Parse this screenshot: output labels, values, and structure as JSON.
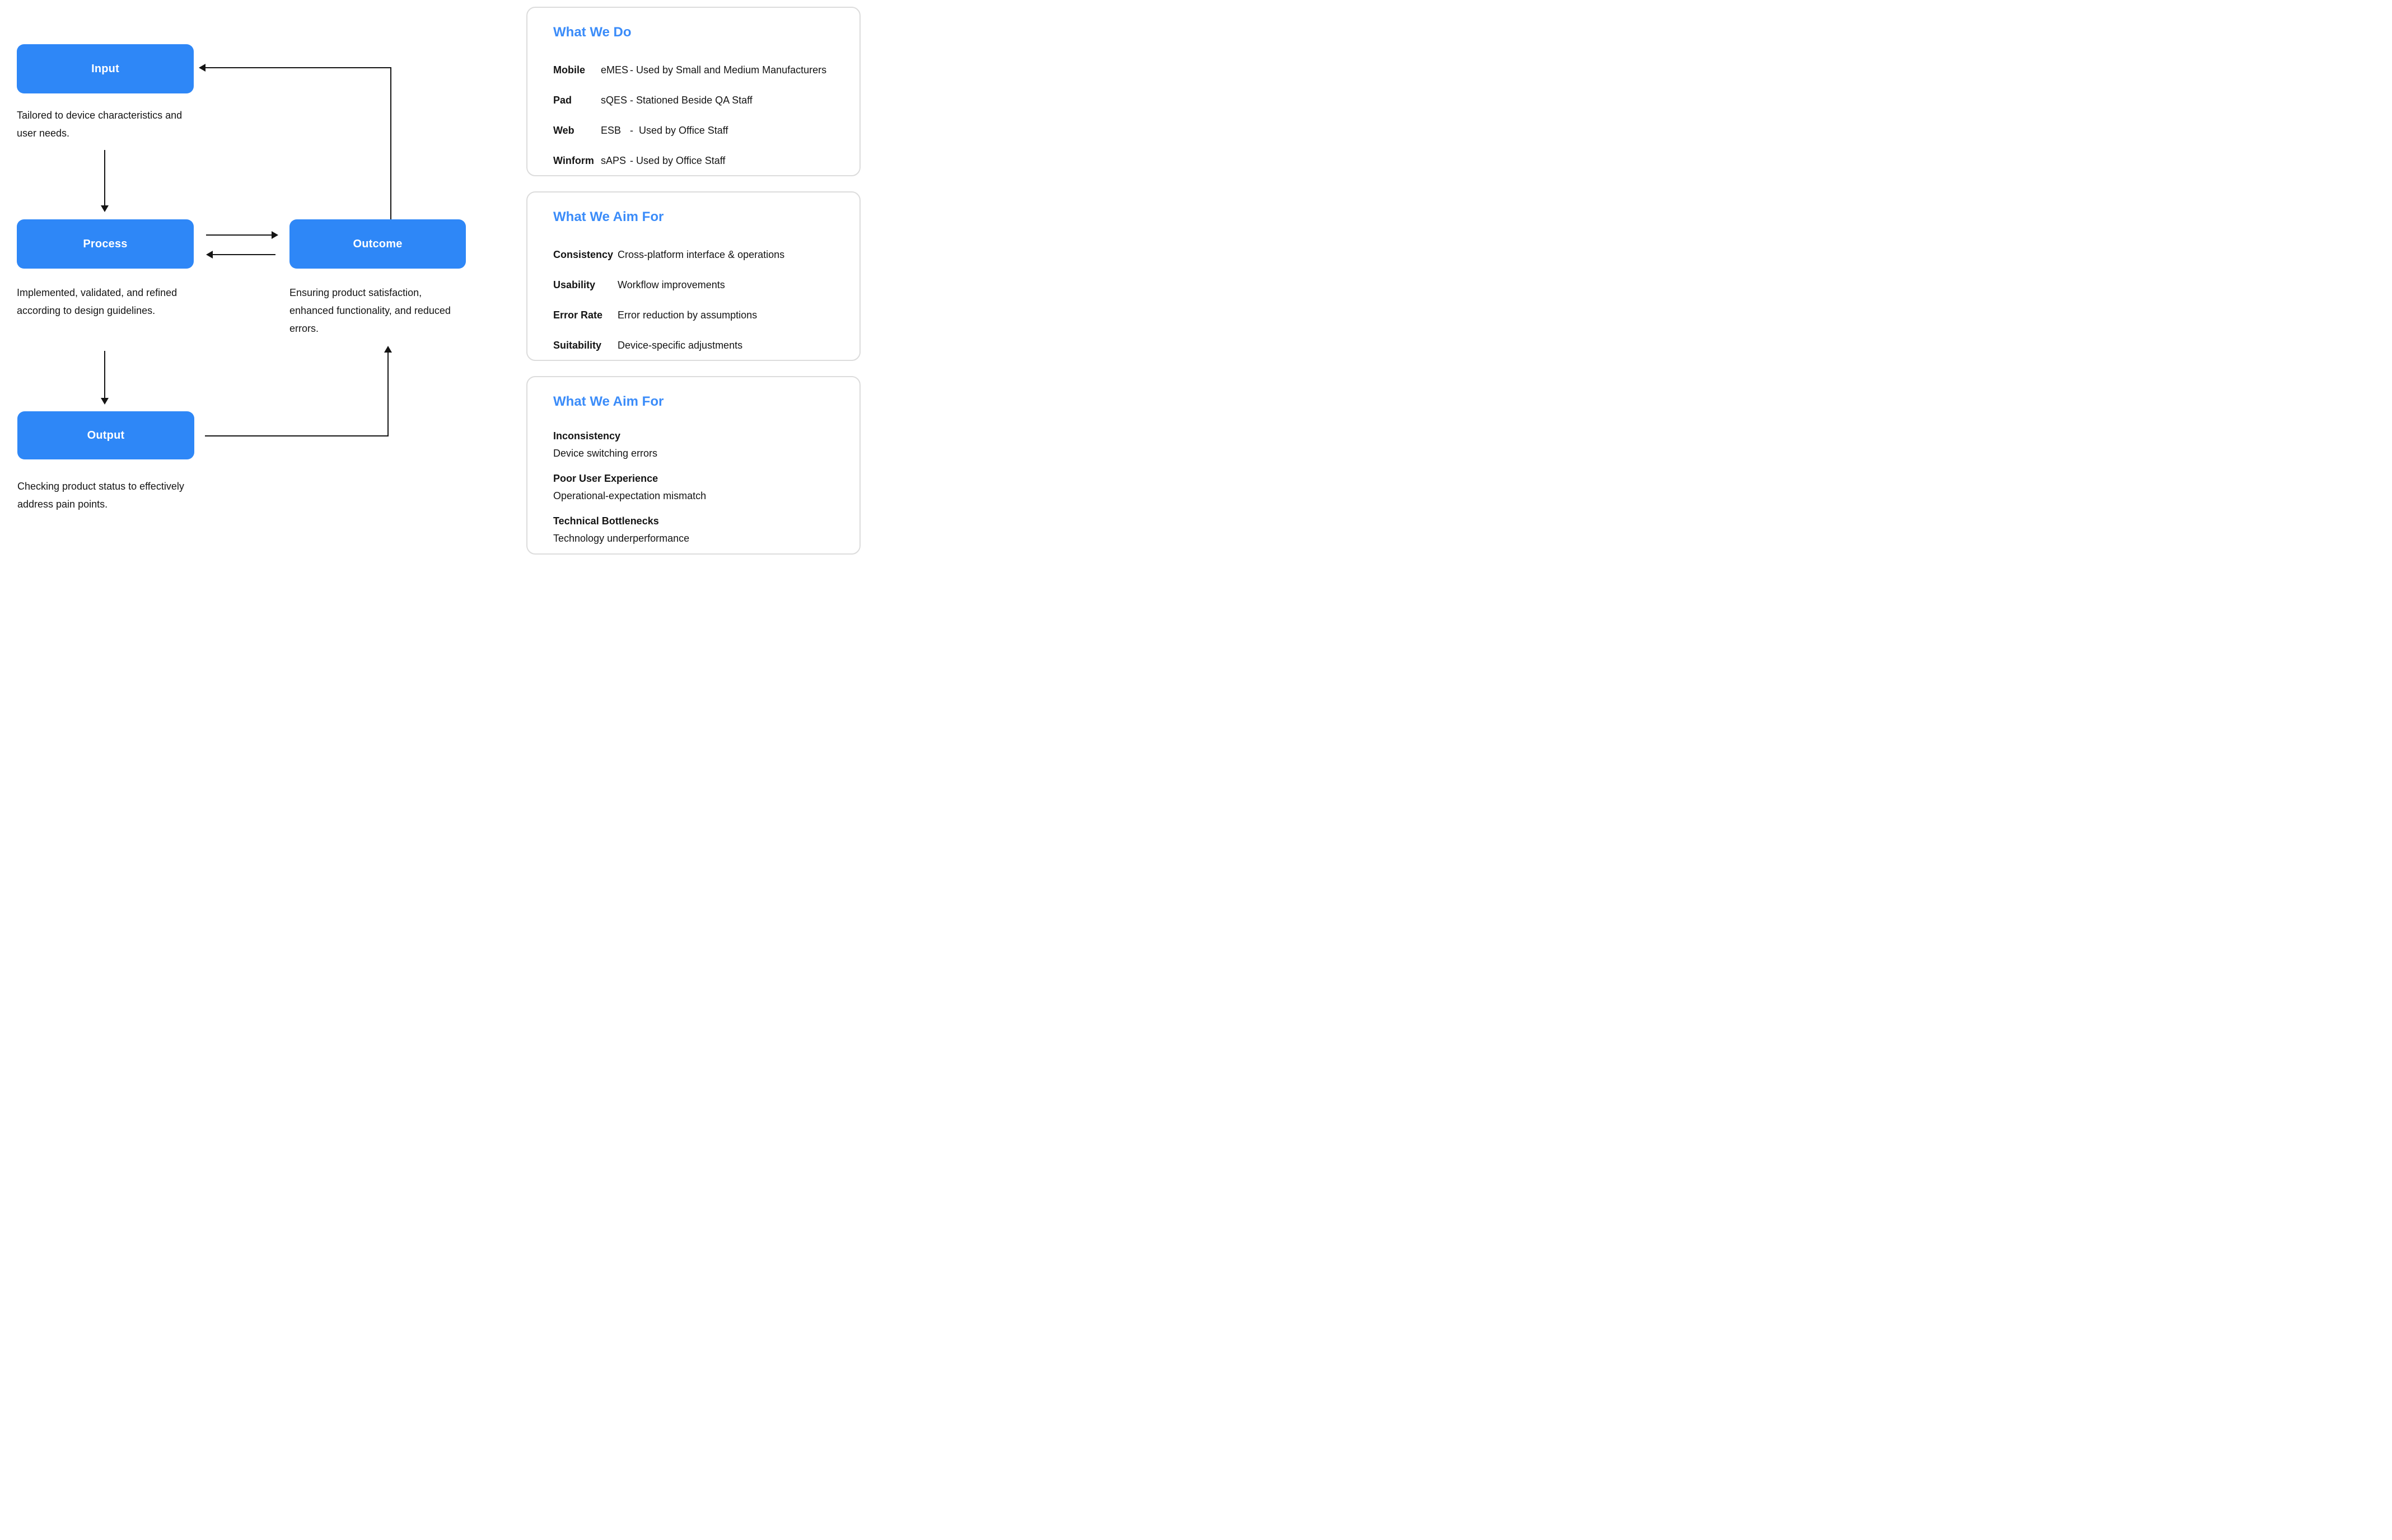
{
  "colors": {
    "node_fill": "#2E87F7",
    "node_text": "#ffffff",
    "card_title": "#3B8CF9",
    "card_border": "#DCDCDC",
    "connector": "#141414",
    "body_text": "#141414",
    "page_bg": "#ffffff"
  },
  "flow": {
    "nodes": [
      {
        "label": "Input",
        "caption_lines": [
          "Tailored to device characteristics and",
          "user needs."
        ]
      },
      {
        "label": "Process",
        "caption_lines": [
          "Implemented, validated, and refined",
          "according to design guidelines."
        ]
      },
      {
        "label": "Outcome",
        "caption_lines": [
          "Ensuring product satisfaction,",
          "enhanced functionality, and reduced",
          "errors."
        ]
      },
      {
        "label": "Output",
        "caption_lines": [
          "Checking product status to effectively",
          "address pain points."
        ]
      }
    ],
    "edges": [
      {
        "from": "Input",
        "to": "Process"
      },
      {
        "from": "Process",
        "to": "Outcome"
      },
      {
        "from": "Outcome",
        "to": "Process"
      },
      {
        "from": "Process",
        "to": "Output"
      },
      {
        "from": "Output",
        "to": "Outcome"
      },
      {
        "from": "Outcome",
        "to": "Input"
      }
    ]
  },
  "cards": [
    {
      "title": "What We Do",
      "rows": [
        {
          "label": "Mobile",
          "product": "eMES",
          "desc": "- Used by Small and Medium Manufacturers"
        },
        {
          "label": "Pad",
          "product": "sQES",
          "desc": "- Stationed Beside QA Staff"
        },
        {
          "label": "Web",
          "product": "ESB",
          "desc": "-  Used by Office Staff"
        },
        {
          "label": "Winform",
          "product": "sAPS",
          "desc": "- Used by Office Staff"
        }
      ]
    },
    {
      "title": "What We Aim For",
      "rows": [
        {
          "label": "Consistency",
          "desc": "Cross-platform interface & operations"
        },
        {
          "label": "Usability",
          "desc": "Workflow improvements"
        },
        {
          "label": "Error Rate",
          "desc": "Error reduction by assumptions"
        },
        {
          "label": "Suitability",
          "desc": "Device-specific adjustments"
        }
      ]
    },
    {
      "title": "What We Aim For",
      "items": [
        {
          "heading": "Inconsistency",
          "body": "Device switching errors"
        },
        {
          "heading": "Poor User Experience",
          "body": "Operational-expectation mismatch"
        },
        {
          "heading": "Technical Bottlenecks",
          "body": "Technology underperformance"
        }
      ]
    }
  ]
}
